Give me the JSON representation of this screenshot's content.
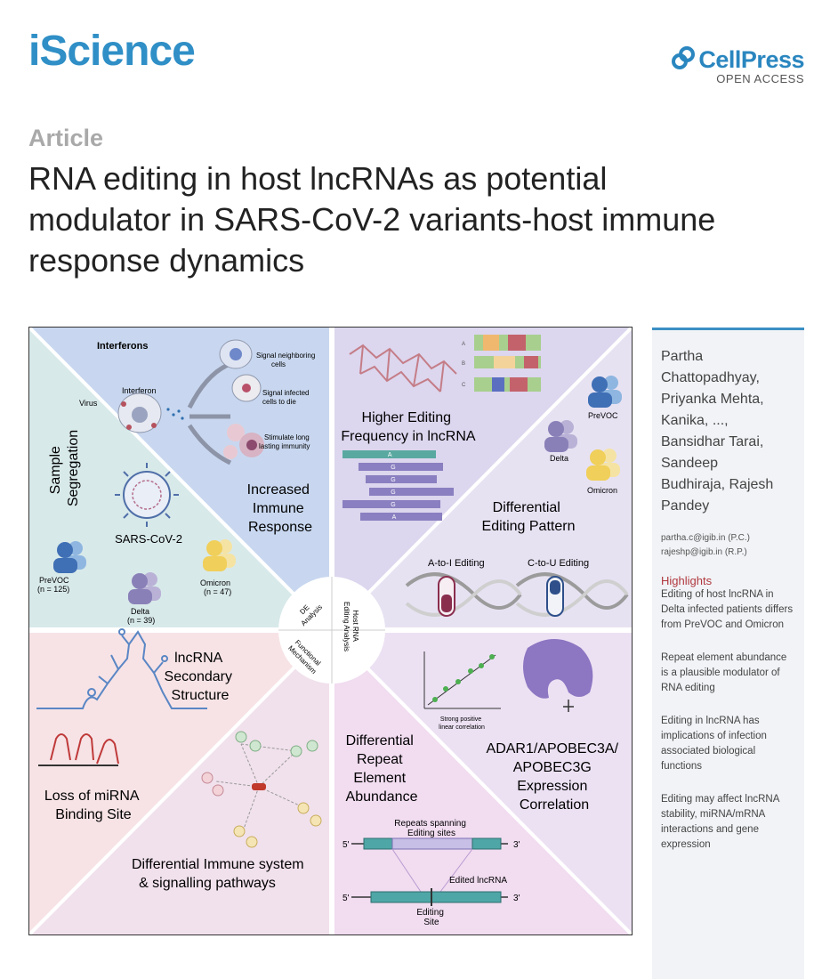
{
  "header": {
    "journal": "iScience",
    "publisher": "CellPress",
    "access": "OPEN ACCESS"
  },
  "article": {
    "type": "Article",
    "title_lines": [
      "RNA editing in host lncRNAs as potential",
      "modulator in SARS-CoV-2 variants-host immune",
      "response dynamics"
    ]
  },
  "graphical_abstract": {
    "interferons": {
      "heading": "Interferons",
      "interferon": "Interferon",
      "virus": "Virus",
      "signal_neighbor": [
        "Signal neighboring",
        "cells"
      ],
      "signal_infected": [
        "Signal infected",
        "cells to die"
      ],
      "stimulate": [
        "Stimulate long",
        "lasting immunity"
      ]
    },
    "increased_immune": [
      "Increased",
      "Immune",
      "Response"
    ],
    "sample_segregation": [
      "Sample",
      "Segregation"
    ],
    "sars": "SARS-CoV-2",
    "groups": {
      "prevoc": "PreVOC",
      "prevoc_n": "(n = 125)",
      "delta": "Delta",
      "delta_n": "(n = 39)",
      "omicron": "Omicron",
      "omicron_n": "(n = 47)"
    },
    "higher_editing": [
      "Higher Editing",
      "Frequency in lncRNA"
    ],
    "heat_rows": [
      "A",
      "B",
      "C"
    ],
    "reads": [
      "A",
      "G",
      "G",
      "G",
      "G",
      "A"
    ],
    "differential_editing": [
      "Differential",
      "Editing Pattern"
    ],
    "a_to_i": "A-to-I Editing",
    "c_to_u": "C-to-U Editing",
    "center": {
      "de": [
        "DE",
        "Analysis"
      ],
      "host": [
        "Host RNA",
        "Editing Analysis"
      ],
      "functional": [
        "Functional",
        "Mechanism"
      ]
    },
    "lncrna_structure": [
      "lncRNA",
      "Secondary",
      "Structure"
    ],
    "loss_mirna": [
      "Loss of miRNA",
      "Binding Site"
    ],
    "immune_pathways": [
      "Differential Immune system",
      "& signalling pathways"
    ],
    "repeat_abundance": [
      "Differential",
      "Repeat",
      "Element",
      "Abundance"
    ],
    "correlation_caption": [
      "Strong positive",
      "linear correlation"
    ],
    "adar": [
      "ADAR1/APOBEC3A/",
      "APOBEC3G",
      "Expression",
      "Correlation"
    ],
    "repeats_spanning": [
      "Repeats spanning",
      "Editing sites"
    ],
    "edited_lncrna": "Edited lncRNA",
    "editing_site": [
      "Editing",
      "Site"
    ],
    "five_prime": "5'",
    "three_prime": "3'"
  },
  "sidebar": {
    "authors": [
      "Partha",
      "Chattopadhyay,",
      "Priyanka Mehta,",
      "Kanika, ...,",
      "Bansidhar Tarai,",
      "Sandeep",
      "Budhiraja, Rajesh",
      "Pandey"
    ],
    "emails": [
      "partha.c@igib.in (P.C.)",
      "rajeshp@igib.in (R.P.)"
    ],
    "highlights_title": "Highlights",
    "highlights": [
      "Editing of host lncRNA in Delta infected patients differs from PreVOC and Omicron",
      "Repeat element abundance is a plausible modulator of RNA editing",
      "Editing in lncRNA has implications of infection associated biological functions",
      "Editing may affect lncRNA stability, miRNA/mRNA interactions and gene expression"
    ]
  },
  "colors": {
    "brand": "#2f8fc6",
    "highlight": "#b0383e",
    "prevoc": "#3f6fb5",
    "delta": "#8a80b8",
    "omicron": "#f0cf5a"
  }
}
